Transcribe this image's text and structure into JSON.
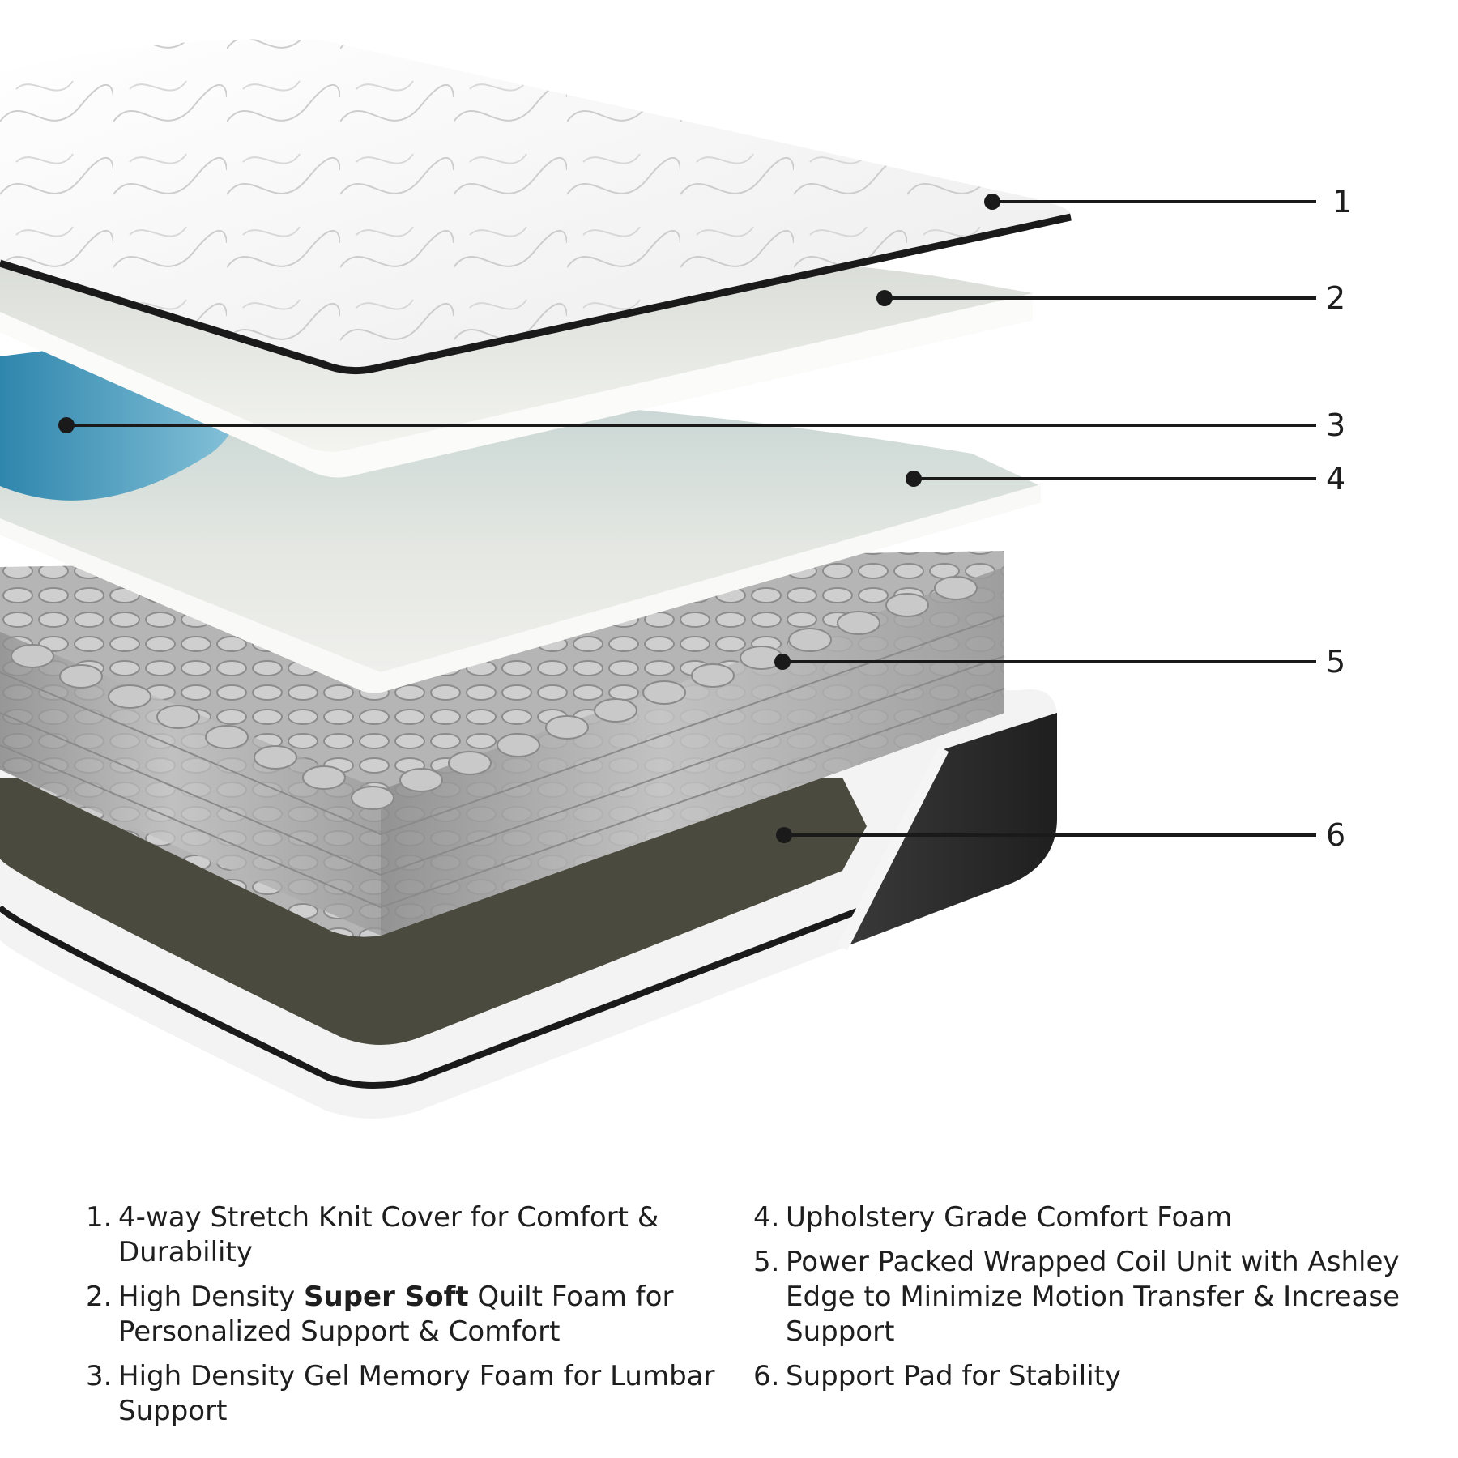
{
  "callouts": [
    "1",
    "2",
    "3",
    "4",
    "5",
    "6"
  ],
  "legend": {
    "items": [
      {
        "num": "1.",
        "text": "4-way Stretch Knit Cover for Comfort & Durability"
      },
      {
        "num": "2.",
        "text_before": "High Density ",
        "text_bold": "Super Soft",
        "text_after": " Quilt Foam for Personalized Support & Comfort"
      },
      {
        "num": "3.",
        "text": "High Density Gel Memory Foam for Lumbar Support"
      },
      {
        "num": "4.",
        "text": "Upholstery Grade Comfort Foam"
      },
      {
        "num": "5.",
        "text": "Power Packed Wrapped Coil Unit with Ashley Edge to Minimize Motion Transfer & Increase Support"
      },
      {
        "num": "6.",
        "text": "Support Pad for Stability"
      }
    ]
  },
  "colors": {
    "cover": "#f4f4f4",
    "cover_edge": "#1a1a1a",
    "foam": "#efefea",
    "gel": "#3f94b8",
    "coil": "#a3a3a3",
    "pad": "#4b4a3e",
    "base_side": "#2e2e2e"
  }
}
